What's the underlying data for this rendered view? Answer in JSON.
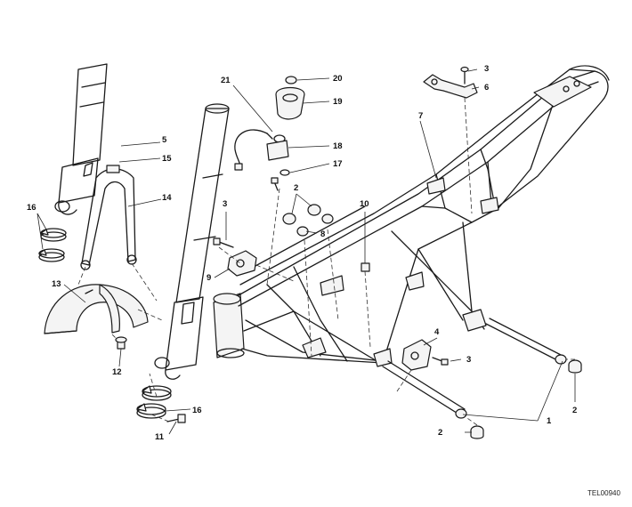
{
  "diagram_code": "TEL00940",
  "callouts": {
    "c1": "1",
    "c2a": "2",
    "c2b": "2",
    "c2c": "2",
    "c3a": "3",
    "c3b": "3",
    "c3c": "3",
    "c4": "4",
    "c5": "5",
    "c6": "6",
    "c7": "7",
    "c8": "8",
    "c9": "9",
    "c10": "10",
    "c11": "11",
    "c12": "12",
    "c13": "13",
    "c14": "14",
    "c15": "15",
    "c16a": "16",
    "c16b": "16",
    "c17": "17",
    "c18": "18",
    "c19": "19",
    "c20": "20",
    "c21": "21"
  }
}
